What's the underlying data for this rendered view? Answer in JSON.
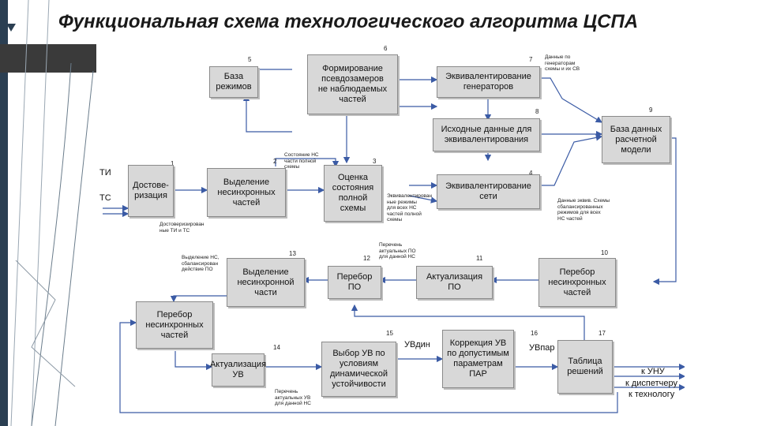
{
  "title": "Функциональная схема технологического алгоритма ЦСПА",
  "blocks": {
    "b1": {
      "num": "1",
      "label": "Достове-\nризация"
    },
    "b2": {
      "num": "2",
      "label": "Выделение\nнесинхронных\nчастей"
    },
    "b3": {
      "num": "3",
      "label": "Оценка\nсостояния\nполной\nсхемы"
    },
    "b4": {
      "num": "4",
      "label": "Эквивалентирование\nсети"
    },
    "b5": {
      "num": "5",
      "label": "База\nрежимов"
    },
    "b6": {
      "num": "6",
      "label": "Формирование\nпсевдозамеров\nне наблюдаемых\nчастей"
    },
    "b7": {
      "num": "7",
      "label": "Эквивалентирование\nгенераторов"
    },
    "b8": {
      "num": "8",
      "label": "Исходные данные для\nэквивалентирования"
    },
    "b9": {
      "num": "9",
      "label": "База данных\nрасчетной\nмодели"
    },
    "b10": {
      "num": "10",
      "label": "Перебор\nнесинхронных\nчастей"
    },
    "b11": {
      "num": "11",
      "label": "Актуализация\nПО"
    },
    "b12": {
      "num": "12",
      "label": "Перебор\nПО"
    },
    "b13": {
      "num": "13",
      "label": "Выделение\nнесинхронной\nчасти"
    },
    "b13b": {
      "label": "Перебор\nнесинхронных\nчастей"
    },
    "b14": {
      "num": "14",
      "label": "Актуализация\nУВ"
    },
    "b15": {
      "num": "15",
      "label": "Выбор УВ по\nусловиям\nдинамической\nустойчивости"
    },
    "b16": {
      "num": "16",
      "label": "Коррекция УВ\nпо допустимым\nпараметрам\nПАР"
    },
    "b17": {
      "num": "17",
      "label": "Таблица\nрешений"
    }
  },
  "inputs": {
    "ti": "ТИ",
    "ts": "ТС"
  },
  "signals": {
    "uvdin": "УВдин",
    "uvpar": "УВпар",
    "out1": "к УНУ",
    "out2": "к диспетчеру",
    "out3": "к технологу"
  },
  "notes": {
    "n_gen": "Данные по\nгенераторам\nсхемы и их СВ",
    "n_state": "Состояние НС\nчасти полной\nсхемы",
    "n_dost": "Достоверизирован\nные ТИ и ТС",
    "n_equiv": "Эквивалентирован\nные режимы\nдля всех НС\nчастей полной\nсхемы",
    "n_bal": "Данные эквив. Схемы\nсбалансированных\nрежимов для всех\nНС частей",
    "n_sel": "Выделение НС,\nсбалансирован\nдействие ПО",
    "n_po": "Перечень\nактуальных ПО\nдля данной НС",
    "n_uv": "Перечень\nактуальных УВ\nдля данной НС"
  },
  "colors": {
    "block_fill": "#d8d8d8",
    "block_border": "#8a8a8a",
    "arrow": "#3b5ba5",
    "accent_dark": "#2b3f52"
  }
}
